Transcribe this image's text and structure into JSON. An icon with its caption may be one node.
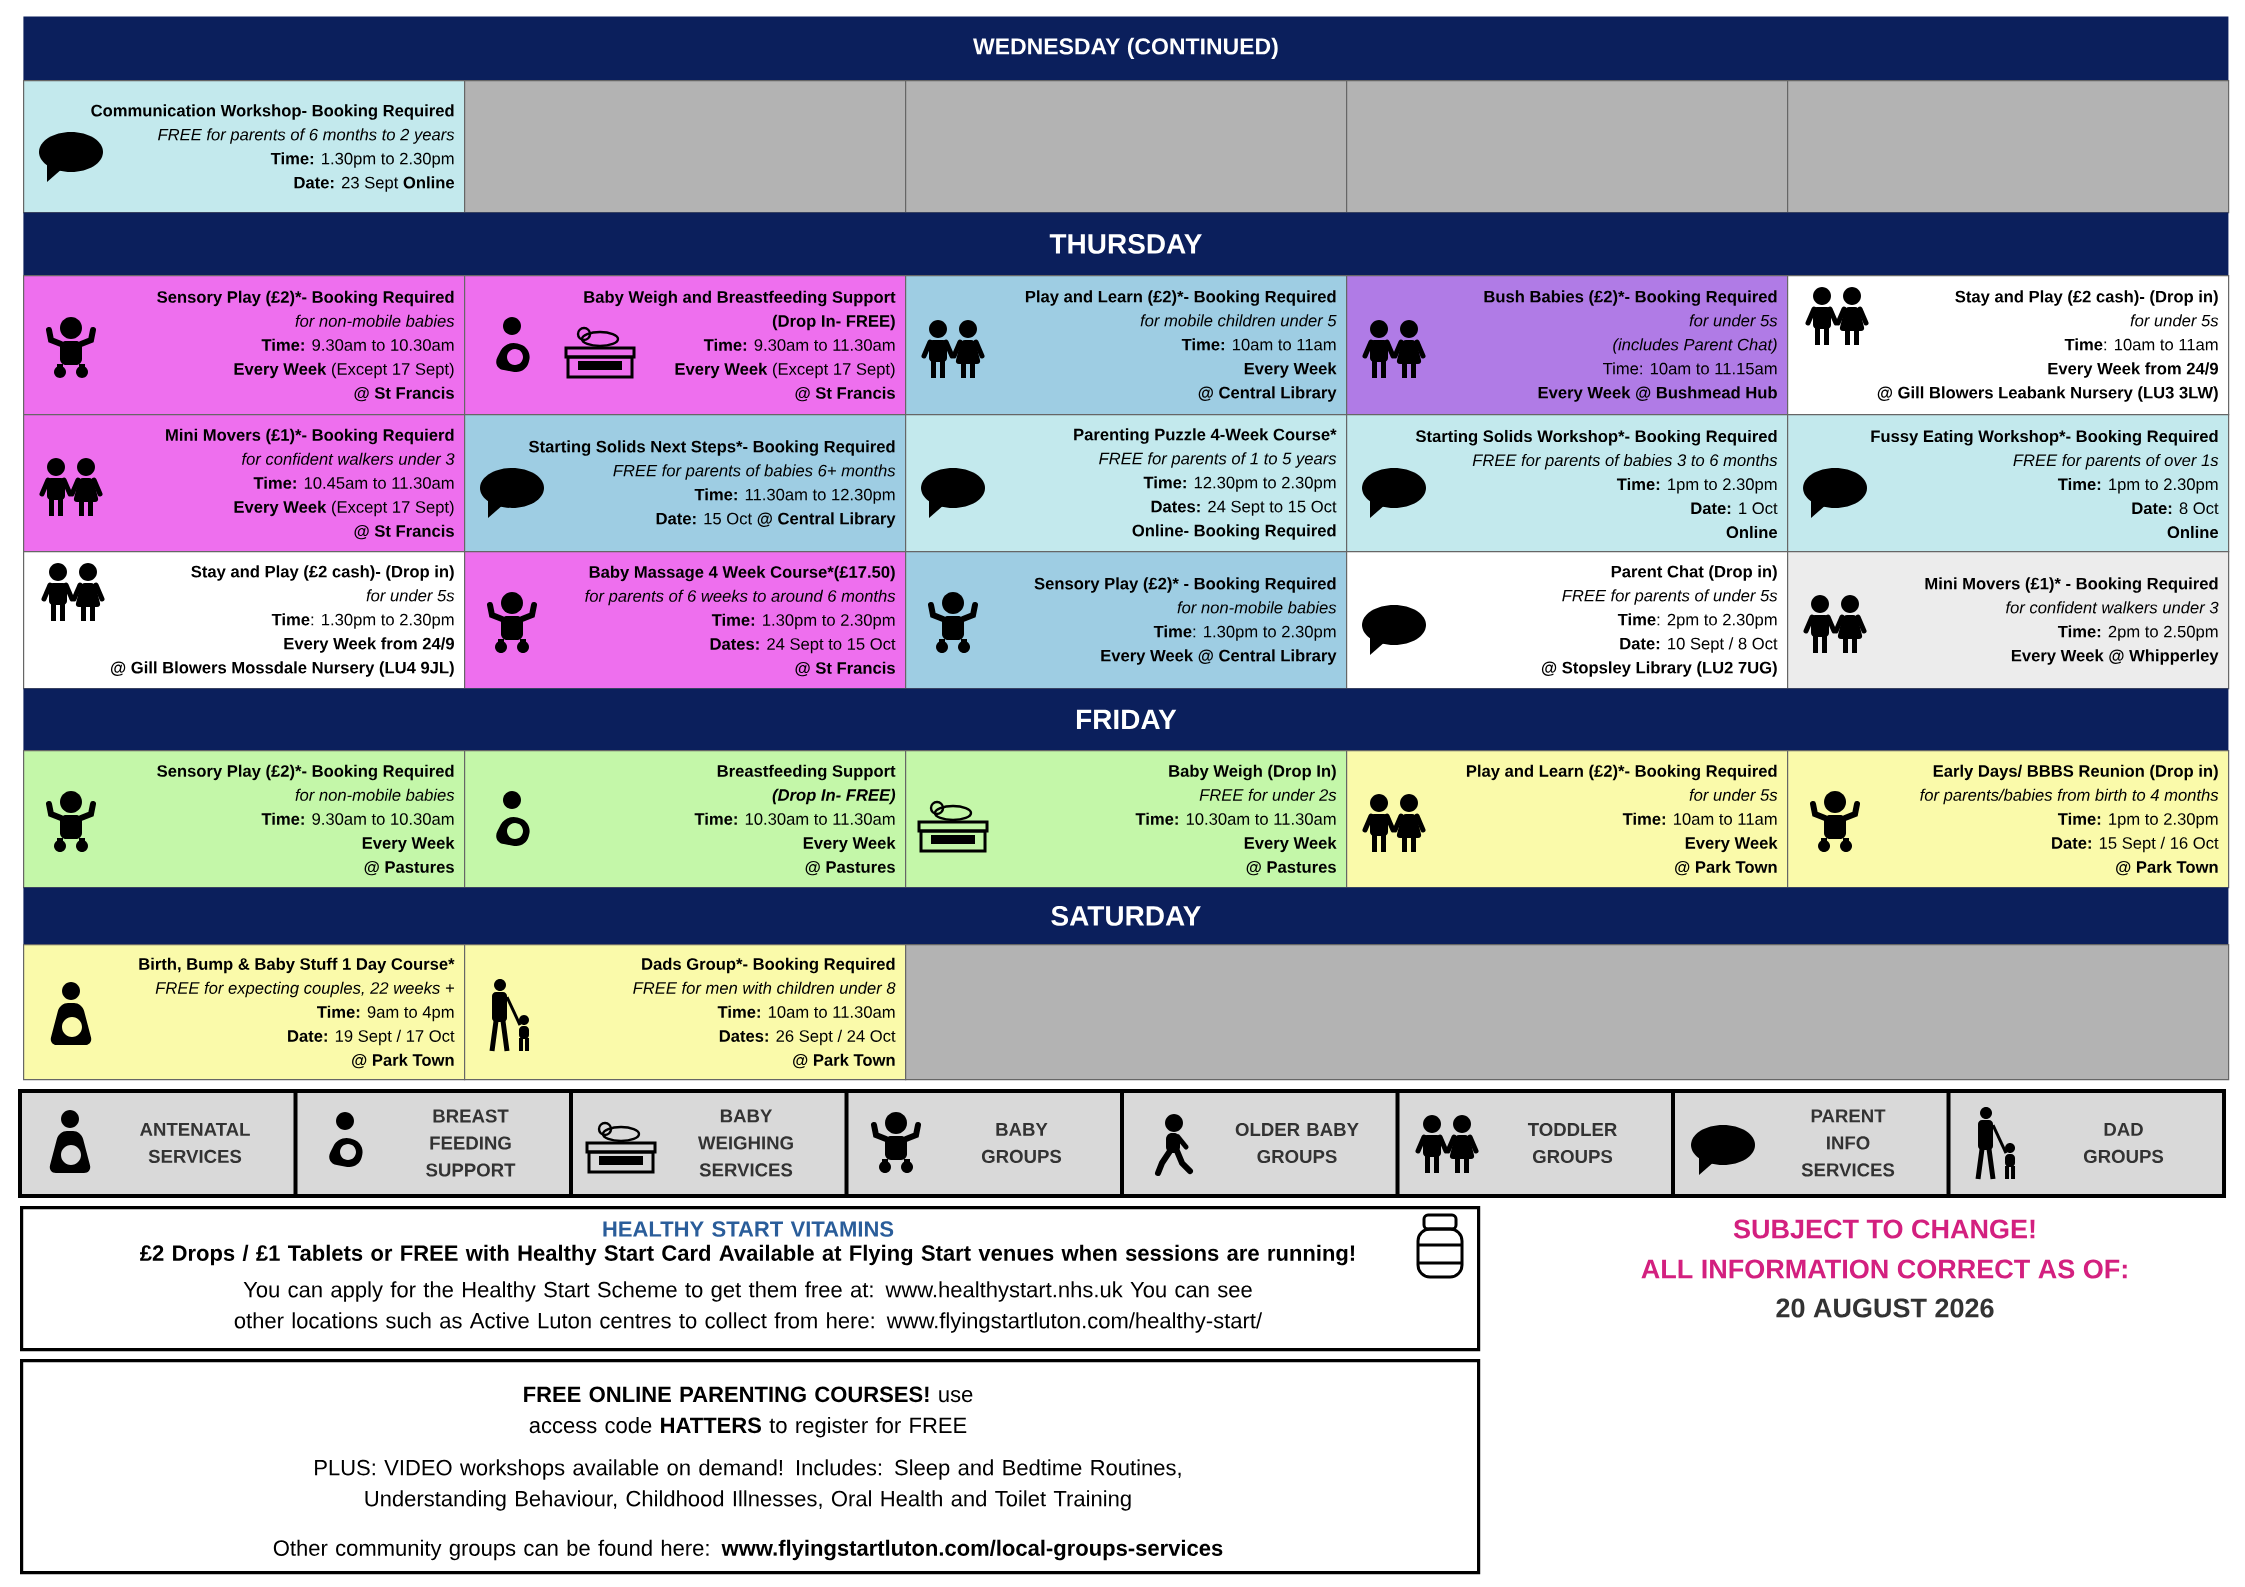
{
  "diagram": {
    "nodes": [
      {
        "text": [
          "WEDNESDAY (CONTINUED)"
        ]
      },
      {
        "text": [
          "Communication Workshop- Booking Required",
          "FREE for parents of 6 months to 2 years",
          "**Time:** 1.30pm to 2.30pm",
          "**Date:** 23 Sept **Online**"
        ]
      },
      {
        "text": [],
        "shape": "box"
      },
      {
        "text": [],
        "shape": "box"
      },
      {
        "text": [],
        "shape": "box"
      },
      {
        "text": [],
        "shape": "box"
      },
      {
        "text": [
          "THURSDAY"
        ]
      },
      {
        "text": [
          "Sensory Play (£2)*- Booking Required",
          "for non-mobile babies",
          "**Time:** 9.30am to 10.30am",
          "**Every Week** (Except 17 Sept)",
          "@ St Francis"
        ]
      },
      {
        "text": [
          "Baby Weigh and Breastfeeding Support",
          "(Drop In- FREE)",
          "**Time:** 9.30am to 11.30am",
          "**Every Week** (Except 17 Sept)",
          "@ St Francis"
        ]
      },
      {
        "text": [
          "Play and Learn (£2)*- Booking Required",
          "for mobile children under 5",
          "**Time:** 10am to 11am",
          "Every Week",
          "@ Central Library"
        ]
      },
      {
        "text": [
          "Bush Babies (£2)*- Booking Required",
          "for under 5s",
          "(includes Parent Chat)",
          "Time: 10am to 11.15am",
          "Every Week @ Bushmead Hub"
        ]
      },
      {
        "text": [
          "Stay and Play (£2 cash)- (Drop in)",
          "for under 5s",
          "**Time**: 10am to 11am",
          "Every Week from 24/9",
          "@ Gill Blowers Leabank Nursery (LU3 3LW)"
        ]
      },
      {
        "text": [
          "Mini Movers (£1)*- Booking Requierd",
          "for confident walkers under 3",
          "**Time:** 10.45am to 11.30am",
          "**Every Week** (Except 17 Sept)",
          "@ St Francis"
        ]
      },
      {
        "text": [
          "Starting Solids Next Steps*- Booking Required",
          "FREE for parents of babies 6+ months",
          "**Time:** 11.30am to 12.30pm",
          "**Date:** 15 Oct **@ Central Library**"
        ]
      },
      {
        "text": [
          "Parenting Puzzle 4-Week Course*",
          "FREE for parents of 1 to 5 years",
          "**Time:** 12.30pm to 2.30pm",
          "**Dates:** 24 Sept to 15 Oct",
          "Online- Booking Required"
        ]
      },
      {
        "text": [
          "Starting Solids Workshop*- Booking Required",
          "FREE for parents of babies 3 to 6 months",
          "**Time:** 1pm to 2.30pm",
          "**Date:** 1 Oct",
          "Online"
        ]
      },
      {
        "text": [
          "Fussy Eating Workshop*- Booking Required",
          "FREE for parents of over 1s",
          "**Time:** 1pm to 2.30pm",
          "**Date:** 8 Oct",
          "Online"
        ]
      },
      {
        "text": [
          "Stay and Play (£2 cash)- (Drop in)",
          "for under 5s",
          "**Time**: 1.30pm to 2.30pm",
          "Every Week from 24/9",
          "@ Gill Blowers Mossdale Nursery (LU4 9JL)"
        ]
      },
      {
        "text": [
          "Baby Massage 4 Week Course*(£17.50)",
          "for parents of 6 weeks to around 6 months",
          "**Time:** 1.30pm to 2.30pm",
          "**Dates:** 24 Sept to 15 Oct",
          "@ St Francis"
        ]
      },
      {
        "text": [
          "Sensory Play (£2)* - Booking Required",
          "for non-mobile babies",
          "**Time**: 1.30pm to 2.30pm",
          "Every Week @ Central Library"
        ]
      },
      {
        "text": [
          "Parent Chat (Drop in)",
          "FREE for parents of under 5s",
          "**Time**: 2pm to 2.30pm",
          "**Date:** 10 Sept / 8 Oct",
          "@ Stopsley Library (LU2 7UG)"
        ]
      },
      {
        "text": [
          "Mini Movers (£1)* - Booking Required",
          "for confident walkers under 3",
          "**Time:** 2pm to 2.50pm",
          "Every Week @ Whipperley"
        ]
      },
      {
        "text": [
          "FRIDAY"
        ]
      },
      {
        "text": [
          "Sensory Play (£2)*- Booking Required",
          "for non-mobile babies",
          "**Time:** 9.30am to 10.30am",
          "Every Week",
          "@ Pastures"
        ]
      },
      {
        "text": [
          "Breastfeeding Support",
          "(Drop In- FREE)",
          "**Time:** 10.30am to 11.30am",
          "Every Week",
          "@ Pastures"
        ]
      },
      {
        "text": [
          "Baby Weigh (Drop In)",
          "FREE for under 2s",
          "**Time:** 10.30am to 11.30am",
          "Every Week",
          "@ Pastures"
        ]
      },
      {
        "text": [
          "Play and Learn (£2)*- Booking Required",
          "for under 5s",
          "**Time:** 10am to 11am",
          "Every Week",
          "@ Park Town"
        ]
      },
      {
        "text": [
          "Early Days/ BBBS Reunion (Drop in)",
          "for parents/babies from birth to 4 months",
          "**Time:** 1pm to 2.30pm",
          "**Date:** 15 Sept / 16 Oct",
          "@ Park Town"
        ]
      },
      {
        "text": [
          "SATURDAY"
        ]
      },
      {
        "text": [
          "Birth, Bump & Baby Stuff 1 Day Course*",
          "FREE for expecting couples, 22 weeks +",
          "**Time:** 9am to 4pm",
          "**Date:** 19 Sept / 17 Oct",
          "@ Park Town"
        ]
      },
      {
        "text": [
          "Dads Group*- Booking Required",
          "FREE for men with children under 8",
          "**Time:** 10am to 11.30am",
          "**Dates:** 26 Sept / 24 Oct",
          "@ Park Town"
        ]
      },
      {
        "text": [],
        "shape": "box"
      },
      {
        "text": [
          "HEALTHY START VITAMINS",
          "£2 Drops / £1 Tablets or FREE with Healthy Start Card Available at Flying Start venues when sessions are running!",
          "You can apply for the Healthy Start Scheme to get them free at: www.healthystart.nhs.uk You can see other locations such as Active Luton centres to collect from here: www.flyingstartluton.com/healthy-start/"
        ]
      },
      {
        "text": [
          "**FREE ONLINE PARENTING COURSES!** use access code **HATTERS** to register for FREE",
          "PLUS: VIDEO workshops available on demand! Includes: Sleep and Bedtime Routines, Understanding Behaviour, Childhood Illnesses, Oral Health and Toilet Training",
          "Other community groups can be found here: **www.flyingstartluton.com/local-groups-services**"
        ]
      }
    ],
    "labels": [
      "SUBJECT TO CHANGE!",
      "ALL INFORMATION CORRECT AS OF:",
      "20 AUGUST 2026"
    ],
    "legend": [
      {
        "text": "ANTENATAL SERVICES"
      },
      {
        "text": "BREAST FEEDING SUPPORT"
      },
      {
        "text": "BABY WEIGHING SERVICES"
      },
      {
        "text": "BABY GROUPS"
      },
      {
        "text": "OLDER BABY GROUPS"
      },
      {
        "text": "TODDLER GROUPS"
      },
      {
        "text": "PARENT INFO SERVICES"
      },
      {
        "text": "DAD GROUPS"
      }
    ]
  }
}
